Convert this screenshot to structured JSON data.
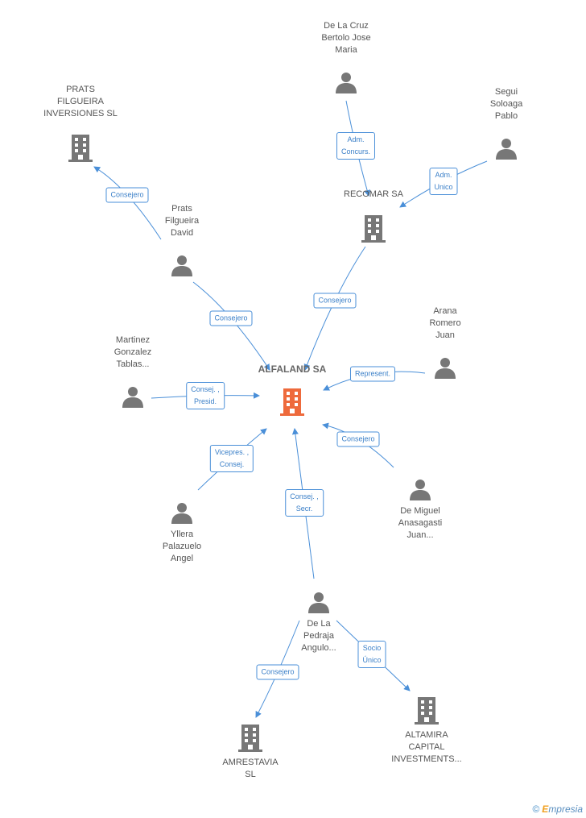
{
  "colors": {
    "edge": "#4a8fd8",
    "person": "#777777",
    "company": "#777777",
    "center_company": "#ee6a3c"
  },
  "nodes": [
    {
      "id": "alfaland",
      "type": "company",
      "center": true,
      "label": "ALFALAND SA"
    },
    {
      "id": "recomar",
      "type": "company",
      "label": "RECOMAR SA"
    },
    {
      "id": "prats_inv",
      "type": "company",
      "label": "PRATS\nFILGUEIRA\nINVERSIONES SL"
    },
    {
      "id": "amrestavia",
      "type": "company",
      "label": "AMRESTAVIA\nSL"
    },
    {
      "id": "altamira",
      "type": "company",
      "label": "ALTAMIRA\nCAPITAL\nINVESTMENTS..."
    },
    {
      "id": "delacruz",
      "type": "person",
      "label": "De La Cruz\nBertolo Jose\nMaria"
    },
    {
      "id": "segui",
      "type": "person",
      "label": "Segui\nSoloaga\nPablo"
    },
    {
      "id": "prats_david",
      "type": "person",
      "label": "Prats\nFilgueira\nDavid"
    },
    {
      "id": "arana",
      "type": "person",
      "label": "Arana\nRomero\nJuan"
    },
    {
      "id": "martinez",
      "type": "person",
      "label": "Martinez\nGonzalez\nTablas..."
    },
    {
      "id": "demiguel",
      "type": "person",
      "label": "De Miguel\nAnasagasti\nJuan..."
    },
    {
      "id": "yllera",
      "type": "person",
      "label": "Yllera\nPalazuelo\nAngel"
    },
    {
      "id": "delapedraja",
      "type": "person",
      "label": "De La\nPedraja\nAngulo..."
    }
  ],
  "edges": [
    {
      "from": "delacruz",
      "to": "recomar",
      "label": "Adm.\nConcurs."
    },
    {
      "from": "segui",
      "to": "recomar",
      "label": "Adm.\nUnico"
    },
    {
      "from": "prats_david",
      "to": "prats_inv",
      "label": "Consejero"
    },
    {
      "from": "prats_david",
      "to": "alfaland",
      "label": "Consejero"
    },
    {
      "from": "recomar",
      "to": "alfaland",
      "label": "Consejero"
    },
    {
      "from": "arana",
      "to": "alfaland",
      "label": "Represent."
    },
    {
      "from": "martinez",
      "to": "alfaland",
      "label": "Consej. ,\nPresid."
    },
    {
      "from": "demiguel",
      "to": "alfaland",
      "label": "Consejero"
    },
    {
      "from": "yllera",
      "to": "alfaland",
      "label": "Vicepres. ,\nConsej."
    },
    {
      "from": "delapedraja",
      "to": "alfaland",
      "label": "Consej. ,\nSecr."
    },
    {
      "from": "delapedraja",
      "to": "amrestavia",
      "label": "Consejero"
    },
    {
      "from": "delapedraja",
      "to": "altamira",
      "label": "Socio\nÚnico"
    }
  ],
  "footer": {
    "copyright": "©",
    "brand_first": "E",
    "brand_rest": "mpresia"
  }
}
